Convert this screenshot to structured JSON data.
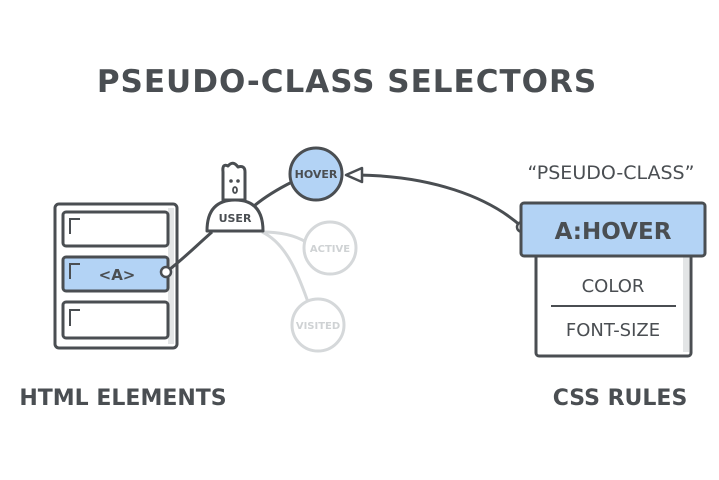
{
  "title": "PSEUDO-CLASS SELECTORS",
  "html_elements": {
    "label": "HTML ELEMENTS",
    "anchor_tag": "<A>"
  },
  "user": {
    "label": "USER"
  },
  "states": {
    "hover": "HOVER",
    "active": "ACTIVE",
    "visited": "VISITED"
  },
  "css_rules": {
    "label": "CSS RULES",
    "annotation": "“PSEUDO-CLASS”",
    "selector": "A:HOVER",
    "properties": [
      "COLOR",
      "FONT-SIZE"
    ]
  },
  "colors": {
    "stroke": "#4a4e52",
    "highlight": "#b3d3f5",
    "muted": "#d5d8da",
    "background": "#ffffff"
  }
}
